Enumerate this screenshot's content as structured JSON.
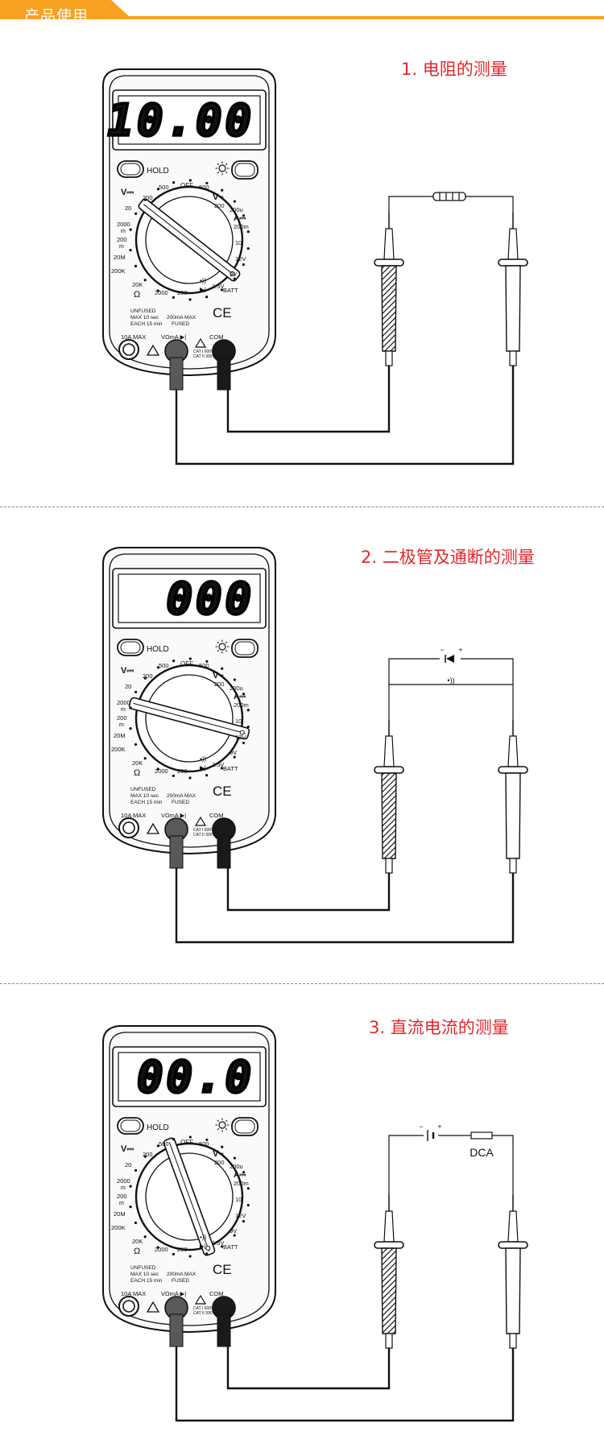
{
  "header": {
    "title": "产品使用",
    "banner_color": "#f7a120"
  },
  "accent": "#e5262b",
  "sections": [
    {
      "title": "1. 电阻的测量",
      "display": "10.00",
      "component": "resistor"
    },
    {
      "title": "2. 二极管及通断的测量",
      "display": "000",
      "component": "diode",
      "diode_minus": "−",
      "diode_plus": "+"
    },
    {
      "title": "3. 直流电流的测量",
      "display": "00.0",
      "component": "battery",
      "dca_label": "DCA",
      "battery_minus": "−",
      "battery_plus": "+"
    }
  ],
  "meter": {
    "hold": "HOLD",
    "off": "OFF",
    "dial_labels": [
      "V⎓",
      "200",
      "500",
      "500",
      "V~",
      "200",
      "20",
      "2000",
      "m",
      "200",
      "m",
      "20M",
      "200K",
      "20K",
      "Ω",
      "2000",
      "200",
      "200u",
      "A⎓",
      "200m",
      "10",
      "12V",
      "9V",
      "1.5V",
      "BATT"
    ],
    "unfused": "UNFUSED",
    "max_line": "MAX 10 sec",
    "each_line": "EACH 15 min",
    "ma_max": "200mA MAX",
    "fused": "FUSED",
    "ten_a": "10A MAX",
    "vohm": "VΩmA",
    "com": "COM",
    "cat1": "CAT I 600V",
    "cat2": "CAT II 300V",
    "ce": "CE"
  }
}
